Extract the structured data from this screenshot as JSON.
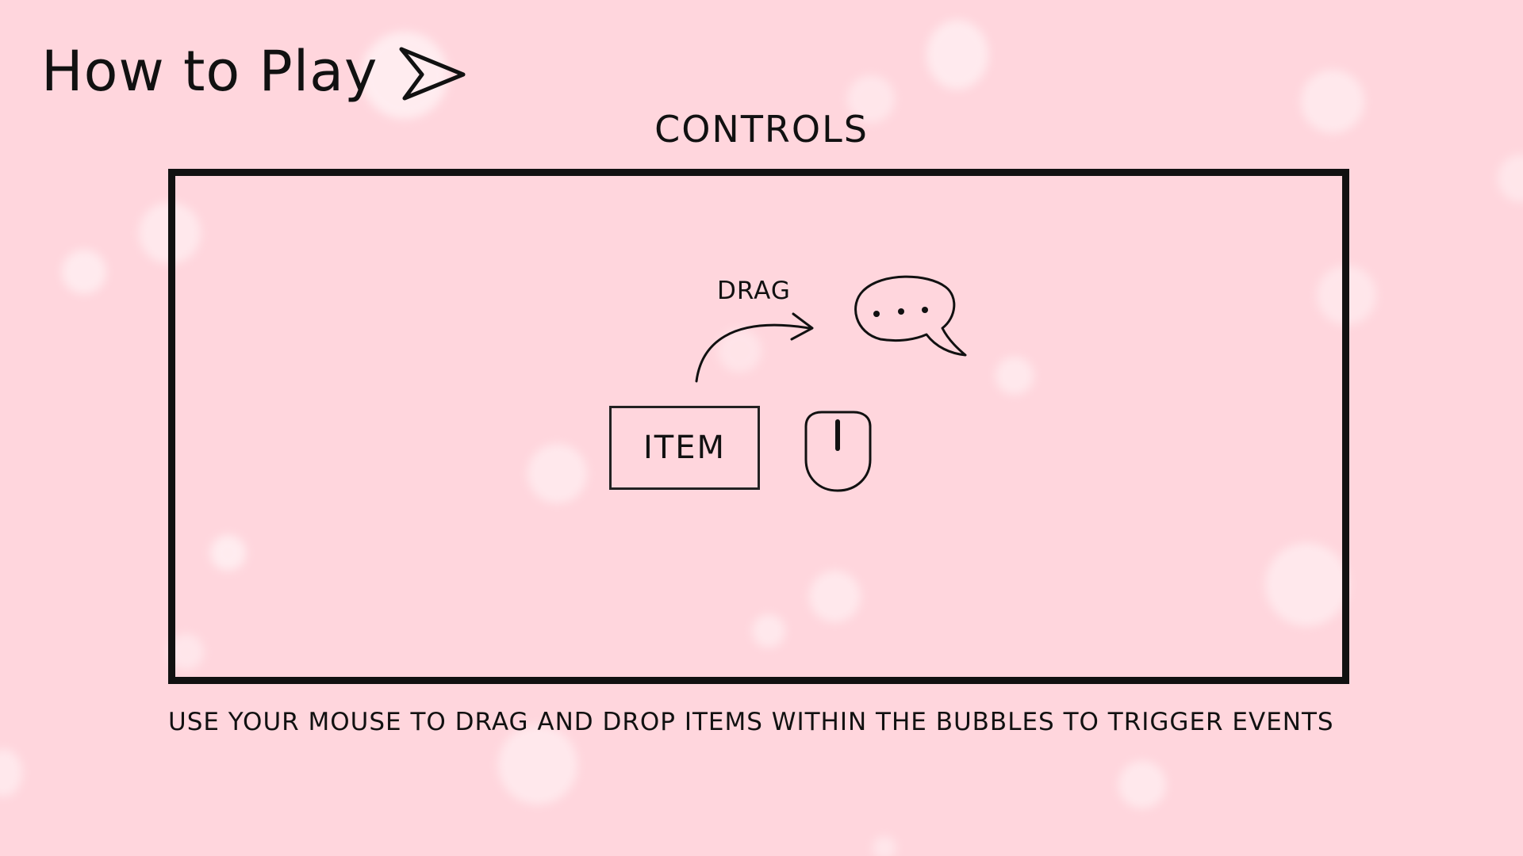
{
  "header": {
    "title": "How to Play",
    "icon": "play-triangle-icon"
  },
  "controls": {
    "section_title": "CONTROLS",
    "drag_label": "DRAG",
    "item_label": "ITEM",
    "icons": [
      "curved-arrow-icon",
      "speech-bubble-icon",
      "mouse-icon"
    ]
  },
  "instructions": "USE YOUR MOUSE TO DRAG AND DROP ITEMS WITHIN THE BUBBLES TO TRIGGER EVENTS",
  "colors": {
    "background": "#ffd6dd",
    "ink": "#111111",
    "bokeh": "#ffffff"
  }
}
